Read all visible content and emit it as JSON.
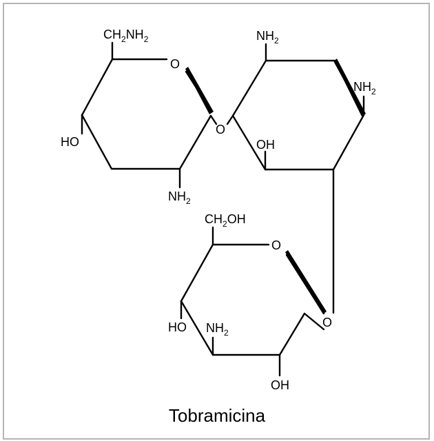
{
  "title": "Tobramicina",
  "labels": {
    "ring1_ch2nh2_a": "CH",
    "ring1_ch2nh2_b": "2",
    "ring1_ch2nh2_c": "NH",
    "ring1_ch2nh2_d": "2",
    "ring1_o": "O",
    "ring1_ho": "HO",
    "ring1_nh2_a": "NH",
    "ring1_nh2_b": "2",
    "link_o": "O",
    "ring2_nh2_top_a": "NH",
    "ring2_nh2_top_b": "2",
    "ring2_nh2_right_a": "NH",
    "ring2_nh2_right_b": "2",
    "ring2_oh": "OH",
    "ring3_ch2oh_a": "CH",
    "ring3_ch2oh_b": "2",
    "ring3_ch2oh_c": "OH",
    "ring3_o": "O",
    "ring3_ho": "HO",
    "ring3_nh2_a": "NH",
    "ring3_nh2_b": "2",
    "ring3_oh": "OH",
    "link2_o": "O"
  }
}
